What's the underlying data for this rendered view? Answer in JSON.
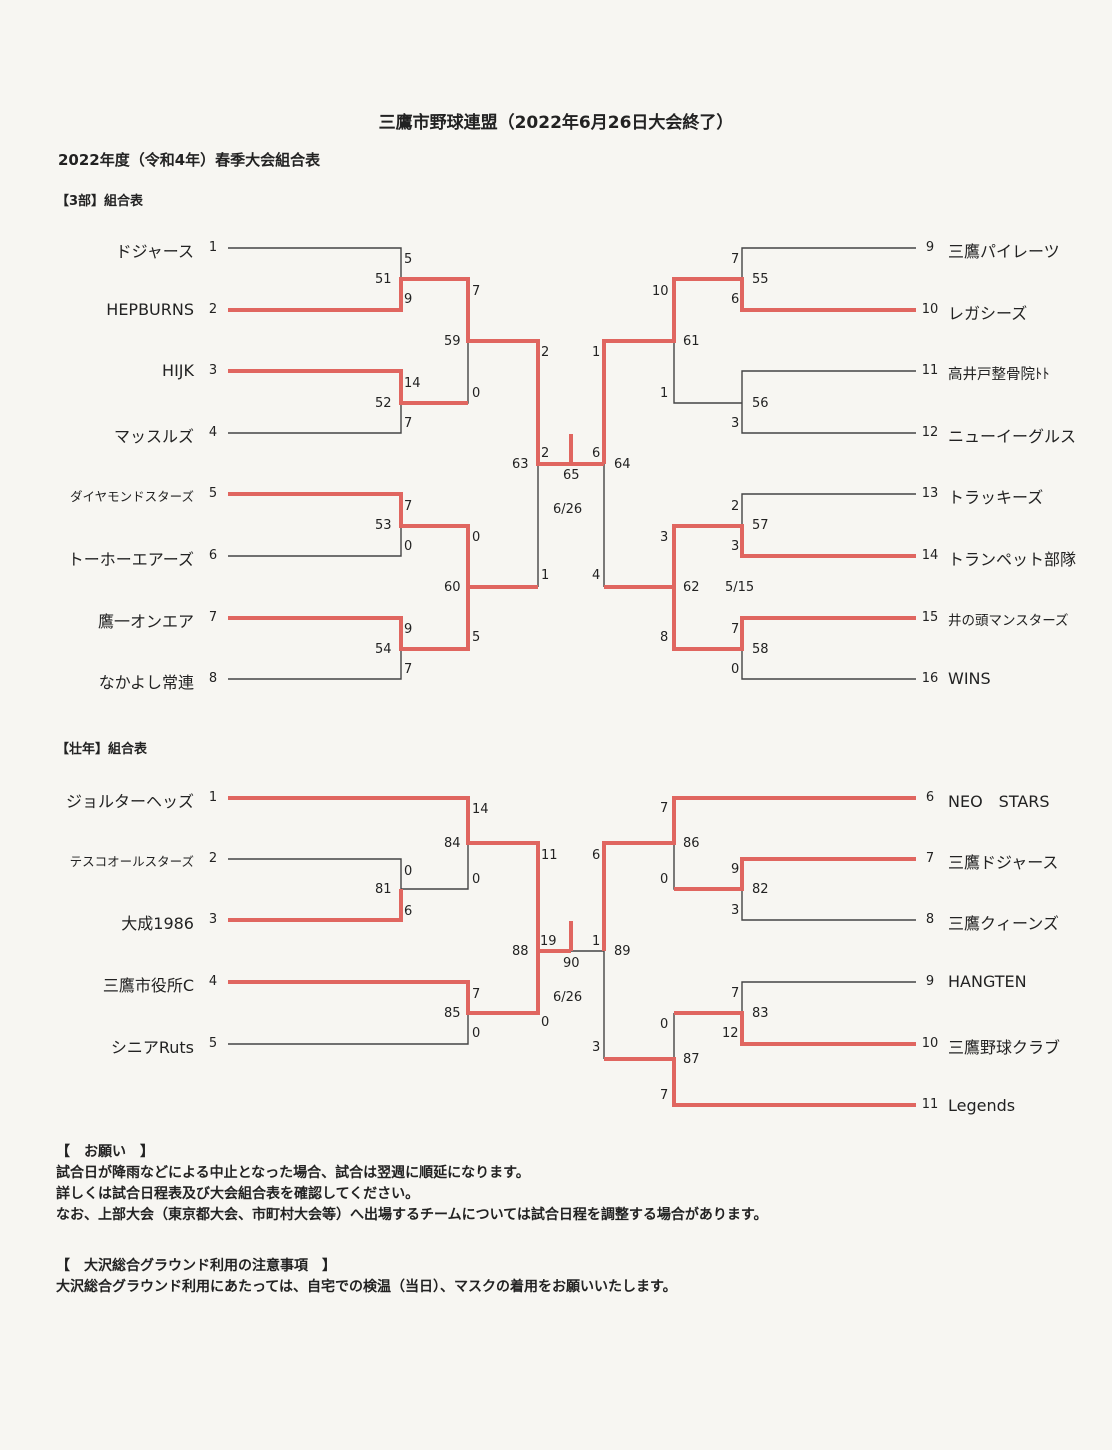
{
  "header": {
    "title": "三鷹市野球連盟（2022年6月26日大会終了）",
    "subtitle": "2022年度（令和4年）春季大会組合表"
  },
  "div3": {
    "label": "【3部】組合表",
    "left_teams": [
      {
        "name": "ドジャース",
        "seed": "1"
      },
      {
        "name": "HEPBURNS",
        "seed": "2"
      },
      {
        "name": "HIJK",
        "seed": "3"
      },
      {
        "name": "マッスルズ",
        "seed": "4"
      },
      {
        "name": "ダイヤモンドスターズ",
        "seed": "5"
      },
      {
        "name": "トーホーエアーズ",
        "seed": "6"
      },
      {
        "name": "鷹一オンエア",
        "seed": "7"
      },
      {
        "name": "なかよし常連",
        "seed": "8"
      }
    ],
    "right_teams": [
      {
        "name": "三鷹パイレーツ",
        "seed": "9"
      },
      {
        "name": "レガシーズ",
        "seed": "10"
      },
      {
        "name": "高井戸整骨院ﾄﾄ",
        "seed": "11"
      },
      {
        "name": "ニューイーグルス",
        "seed": "12"
      },
      {
        "name": "トラッキーズ",
        "seed": "13"
      },
      {
        "name": "トランペット部隊",
        "seed": "14"
      },
      {
        "name": "井の頭マンスターズ",
        "seed": "15"
      },
      {
        "name": "WINS",
        "seed": "16"
      }
    ],
    "scores": [
      "5",
      "9",
      "14",
      "7",
      "7",
      "0",
      "9",
      "7",
      "7",
      "0",
      "0",
      "5",
      "2",
      "1",
      "2",
      "6",
      "1",
      "6",
      "7",
      "3",
      "10",
      "1",
      "6",
      "4",
      "2",
      "3",
      "7",
      "0",
      "3",
      "8"
    ],
    "games": [
      "51",
      "52",
      "53",
      "54",
      "59",
      "60",
      "63",
      "65",
      "64",
      "55",
      "56",
      "61",
      "57",
      "58",
      "62"
    ],
    "final_date": "6/26",
    "semi_date": "5/15"
  },
  "masters": {
    "label": "【壮年】組合表",
    "left_teams": [
      {
        "name": "ジョルターヘッズ",
        "seed": "1"
      },
      {
        "name": "テスコオールスターズ",
        "seed": "2"
      },
      {
        "name": "大成1986",
        "seed": "3"
      },
      {
        "name": "三鷹市役所C",
        "seed": "4"
      },
      {
        "name": "シニアRuts",
        "seed": "5"
      }
    ],
    "right_teams": [
      {
        "name": "NEO　STARS",
        "seed": "6"
      },
      {
        "name": "三鷹ドジャース",
        "seed": "7"
      },
      {
        "name": "三鷹クィーンズ",
        "seed": "8"
      },
      {
        "name": "HANGTEN",
        "seed": "9"
      },
      {
        "name": "三鷹野球クラブ",
        "seed": "10"
      },
      {
        "name": "Legends",
        "seed": "11"
      }
    ],
    "scores": [
      "14",
      "0",
      "0",
      "6",
      "11",
      "7",
      "0",
      "0",
      "19",
      "1",
      "6",
      "3",
      "7",
      "0",
      "9",
      "3",
      "7",
      "12",
      "0",
      "7"
    ],
    "games": [
      "84",
      "81",
      "85",
      "88",
      "90",
      "89",
      "86",
      "82",
      "83",
      "87"
    ],
    "final_date": "6/26"
  },
  "notes": {
    "request_heading": "【　お願い　】",
    "request_lines": [
      "試合日が降雨などによる中止となった場合、試合は翌週に順延になります。",
      "詳しくは試合日程表及び大会組合表を確認してください。",
      "なお、上部大会（東京都大会、市町村大会等）へ出場するチームについては試合日程を調整する場合があります。"
    ],
    "ground_heading": "【　大沢総合グラウンド利用の注意事項　】",
    "ground_lines": [
      "大沢総合グラウンド利用にあたっては、自宅での検温（当日）、マスクの着用をお願いいたします。"
    ]
  },
  "colors": {
    "win": "#e06660",
    "lose": "#444444",
    "paper": "#f7f6f2"
  }
}
